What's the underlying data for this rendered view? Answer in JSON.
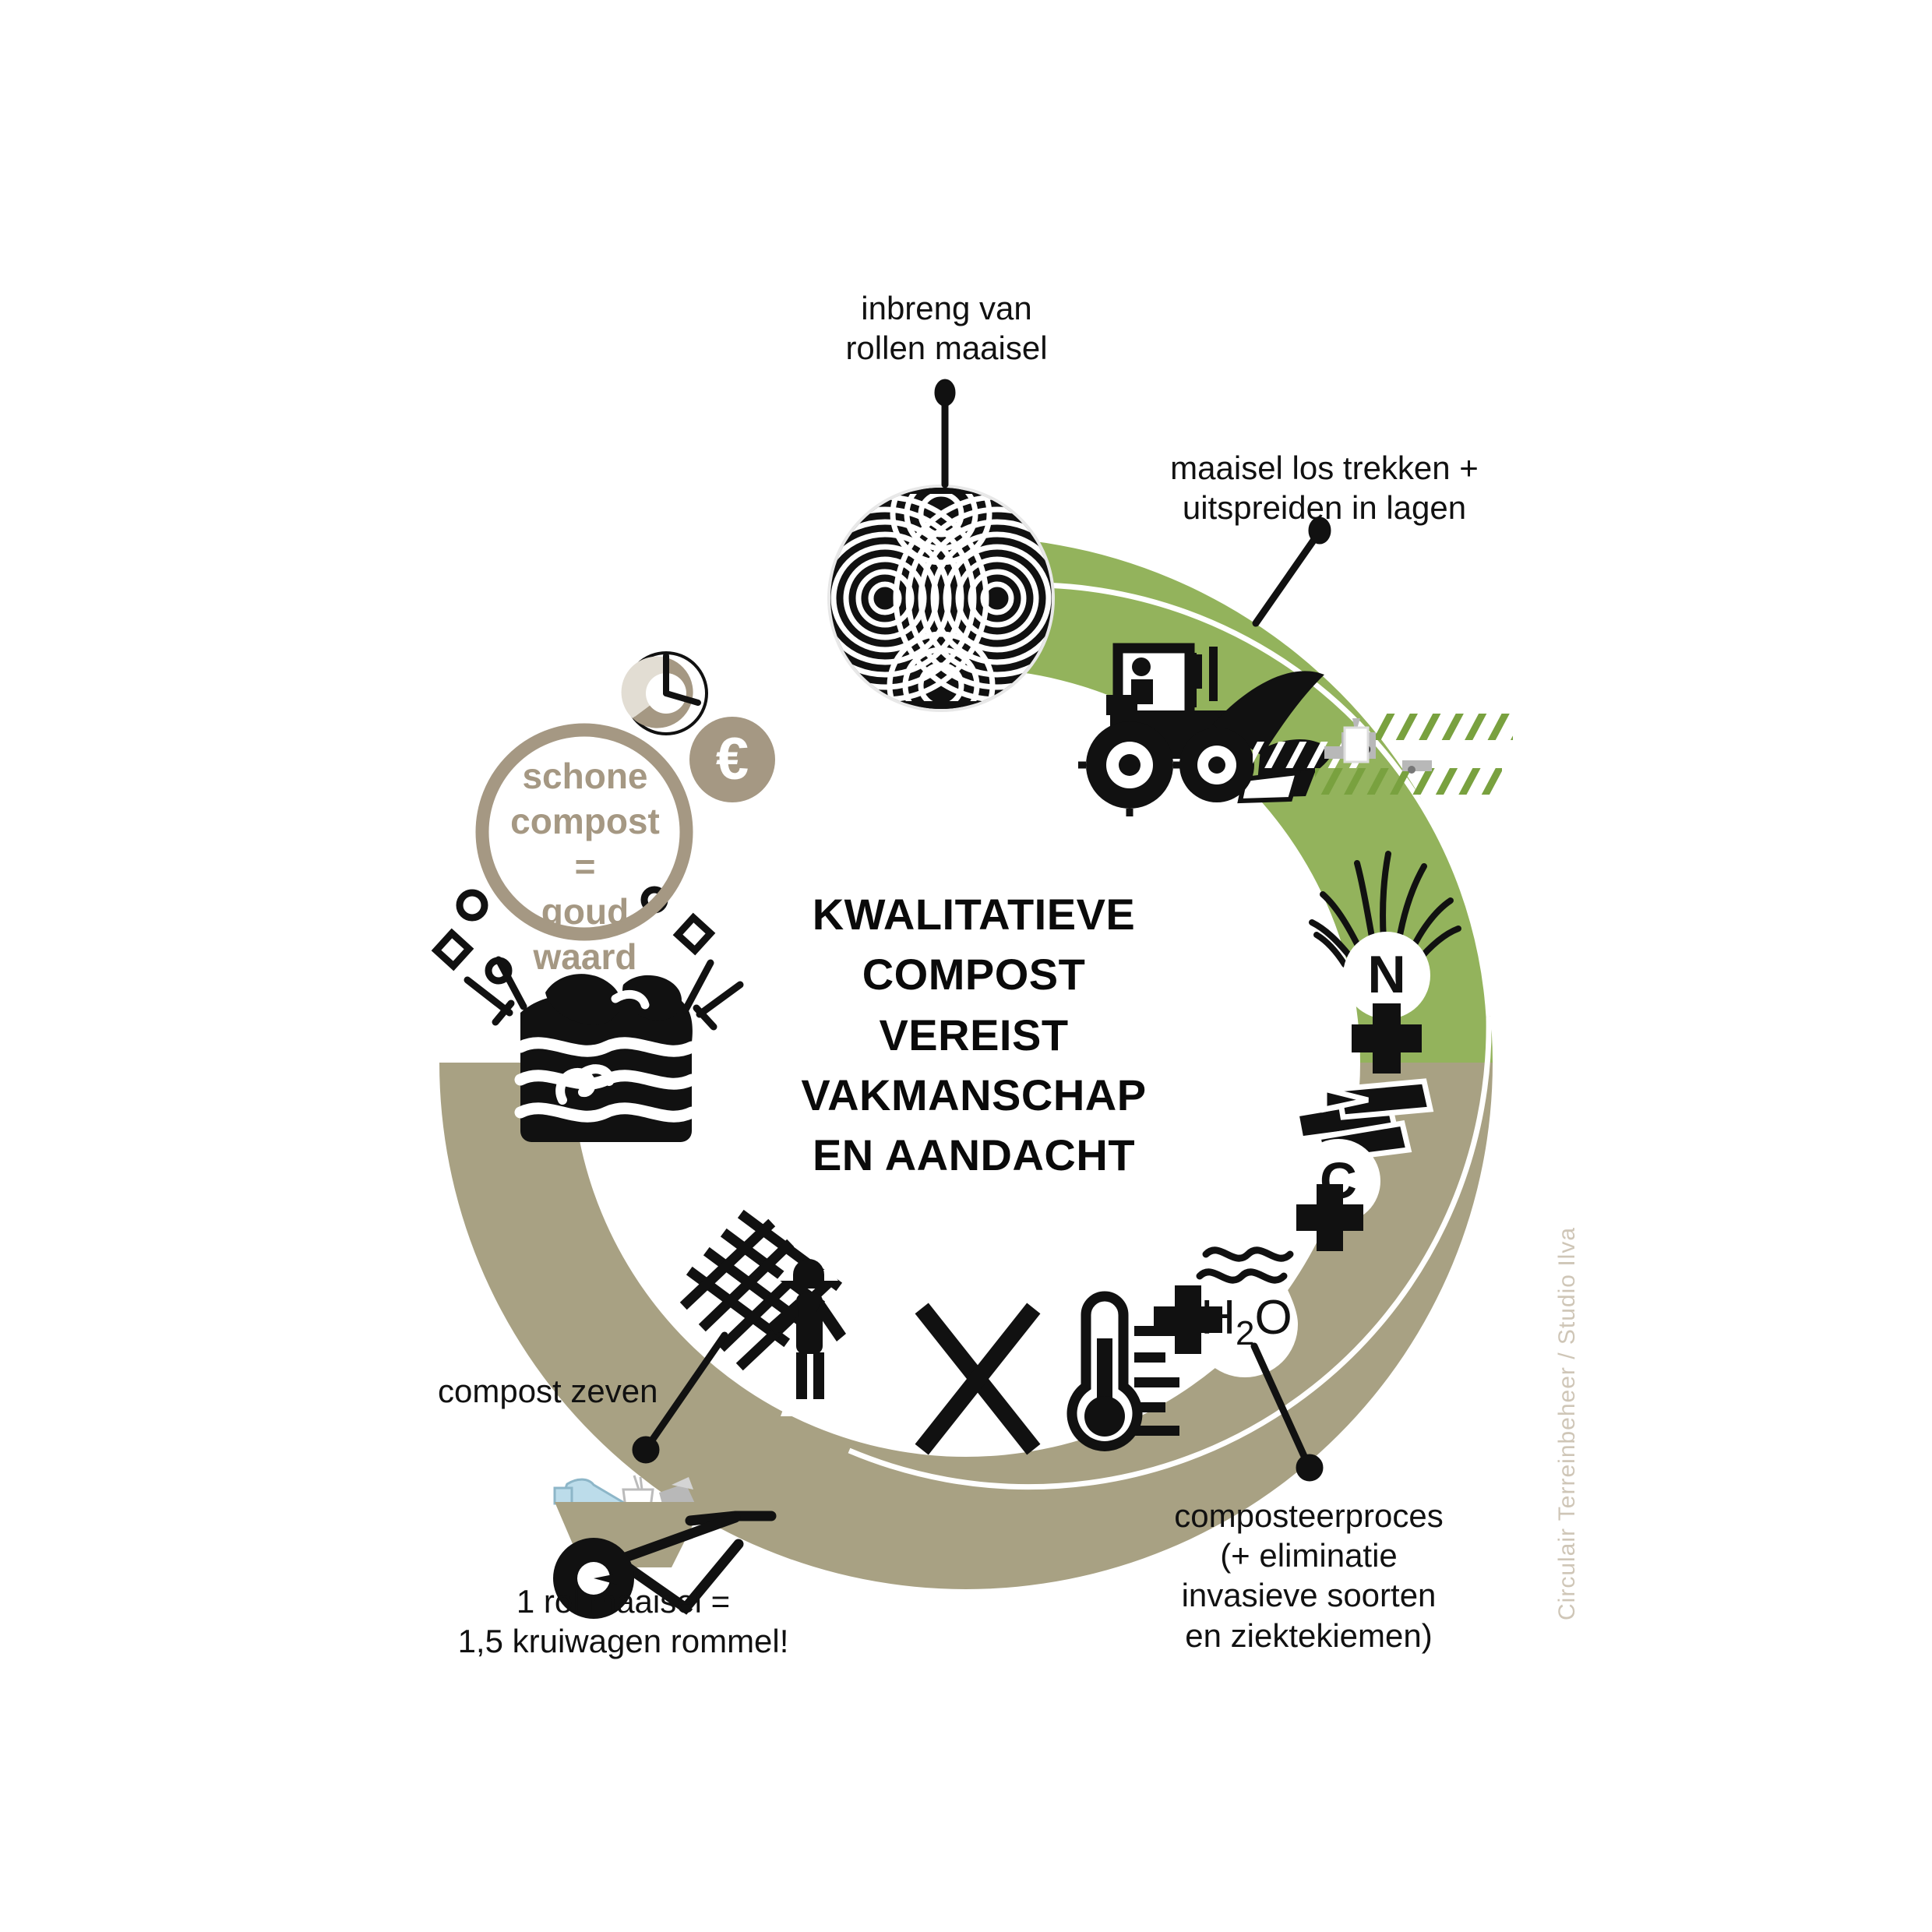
{
  "colors": {
    "green": "#93b35c",
    "khaki": "#a8a183",
    "taupe": "#a59883",
    "taupe_light": "#ded8cd",
    "black": "#111111",
    "white": "#ffffff",
    "credit_gray": "#cfc6b7",
    "bottle_blue": "#bcdcea",
    "trash_gray": "#b8b8b8"
  },
  "center_title": {
    "line1": "KWALITATIEVE",
    "line2": "COMPOST",
    "line3": "VEREIST VAKMANSCHAP",
    "line4": "EN AANDACHT"
  },
  "callouts": [
    {
      "id": "inbreng",
      "text": "inbreng van\nrollen maaisel"
    },
    {
      "id": "maaisel-los",
      "text": "maaisel los trekken +\nuitspreiden in lagen"
    },
    {
      "id": "composteerproces",
      "text": "composteerproces\n(+ eliminatie\ninvasieve soorten\nen ziektekiemen)"
    },
    {
      "id": "compost-zeven",
      "text": "compost zeven"
    },
    {
      "id": "rol-maaisel",
      "text": "1 rol maaisel =\n1,5 kruiwagen rommel!"
    }
  ],
  "value_circle": {
    "line1": "schone",
    "line2": "compost",
    "line3": "=",
    "line4": "goud",
    "line5": "waard"
  },
  "ring_markers": [
    {
      "id": "nitrogen",
      "label": "N",
      "sign": "+",
      "icon": "grass-icon"
    },
    {
      "id": "carbon",
      "label": "C",
      "sign": "+",
      "icon": "branches-icon"
    },
    {
      "id": "water",
      "label": "H₂O",
      "sign": "+",
      "icon": "water-drop-icon"
    }
  ],
  "icons": {
    "hay_roll": "hay-bale-roll-icon",
    "tractor": "tractor-loader-icon",
    "thermometer": "thermometer-icon",
    "no_plant": "no-invasive-plant-icon",
    "sieve": "sieve-grid-icon",
    "worker": "worker-figure-icon",
    "compost_heap": "compost-heap-icon",
    "clock": "clock-icon",
    "euro": "euro-coin-icon",
    "wheelbarrow": "wheelbarrow-waste-icon"
  },
  "euro_symbol": "€",
  "credit": "Circulair Terreinbeheer / Studio Ilva"
}
